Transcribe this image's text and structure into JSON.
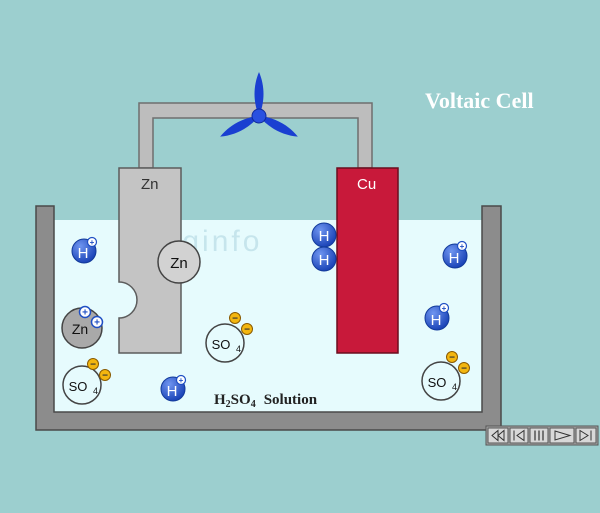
{
  "title": "Voltaic Cell",
  "watermark": "uriginfo",
  "electrodes": {
    "anode_label": "Zn",
    "cathode_label": "Cu"
  },
  "solution_label_prefix": "H",
  "solution_label_sub1": "2",
  "solution_label_mid": "SO",
  "solution_label_sub2": "4",
  "solution_label_suffix": "Solution",
  "particles": {
    "h": "H",
    "zn": "Zn",
    "so4": "SO",
    "so4_sub": "4",
    "plus": "+",
    "minus": "−"
  },
  "colors": {
    "background": "#9ccfcf",
    "solution": "#e6fbfd",
    "beaker": "#8c8c8c",
    "zinc": "#c4c4c4",
    "copper": "#c8193a",
    "wire": "#bdbdbd",
    "fan": "#1a3fd1",
    "h_ion": "#1f4fc4",
    "ion_minus": "#f3b60f",
    "title": "#ffffff"
  },
  "controls": {
    "rewind_icon": "rewind-icon",
    "step_back_icon": "step-back-icon",
    "pause_icon": "pause-icon",
    "play_icon": "play-icon",
    "end_icon": "end-icon"
  }
}
